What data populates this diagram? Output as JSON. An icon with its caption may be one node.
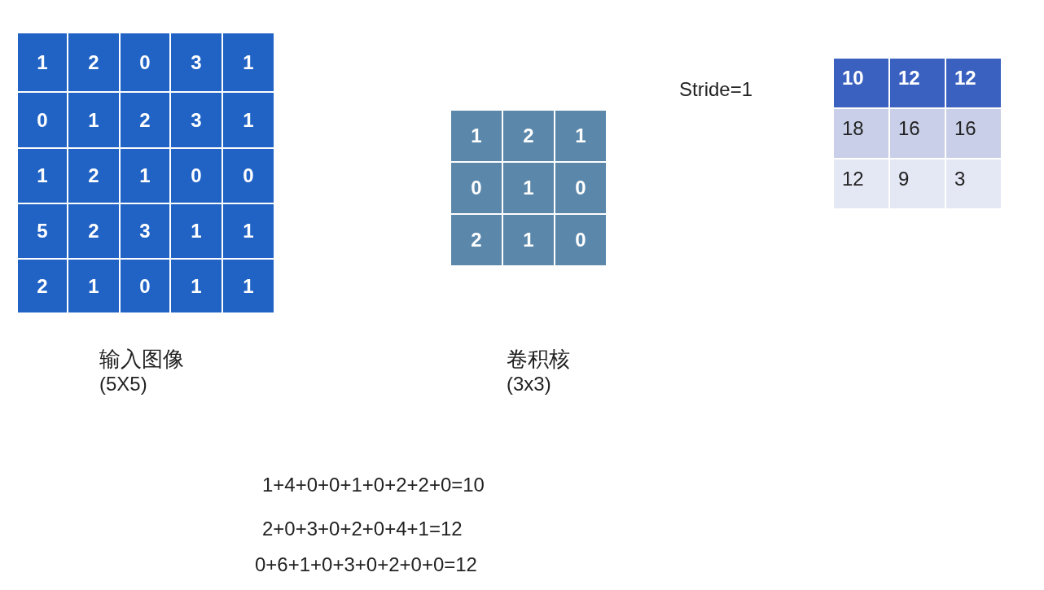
{
  "diagram": {
    "labels": [
      "1",
      "2",
      "0",
      "3",
      "1",
      "0",
      "1",
      "2",
      "3",
      "1",
      "1",
      "2",
      "1",
      "0",
      "0",
      "5",
      "2",
      "3",
      "1",
      "1",
      "2",
      "1",
      "0",
      "1",
      "1",
      "1",
      "2",
      "1",
      "0",
      "1",
      "0",
      "2",
      "1",
      "0",
      "Stride=1",
      "10",
      "12",
      "12",
      "18",
      "16",
      "16",
      "12",
      "9",
      "3",
      "输入图像",
      "(5X5)",
      "卷积核",
      "(3x3)",
      "1+4+0+0+1+0+2+2+0=10",
      "2+0+3+0+2+0+4+1=12",
      "0+6+1+0+3+0+2+0+0=12"
    ]
  }
}
